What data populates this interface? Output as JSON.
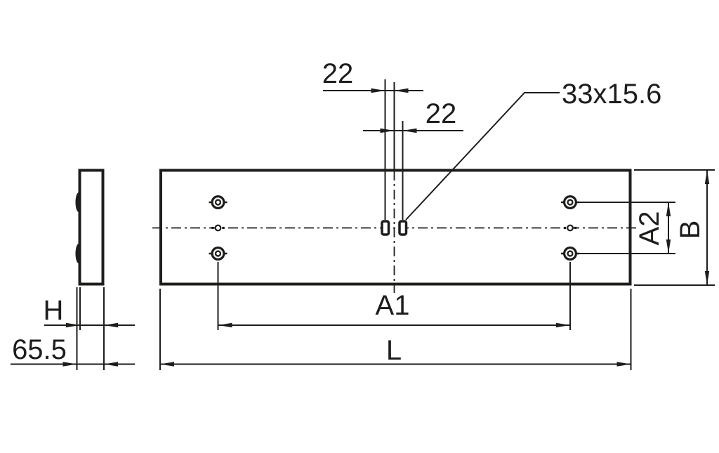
{
  "drawing_labels": {
    "slot_offset_left": "22",
    "slot_offset_right": "22",
    "slot_size": "33x15.6",
    "hole_pitch_vertical": "A2",
    "plate_width": "B",
    "plate_thickness": "H",
    "overall_depth": "65.5",
    "hole_pitch_horizontal": "A1",
    "plate_length": "L"
  },
  "colors": {
    "line": "#1d1d1b",
    "background": "#ffffff"
  }
}
